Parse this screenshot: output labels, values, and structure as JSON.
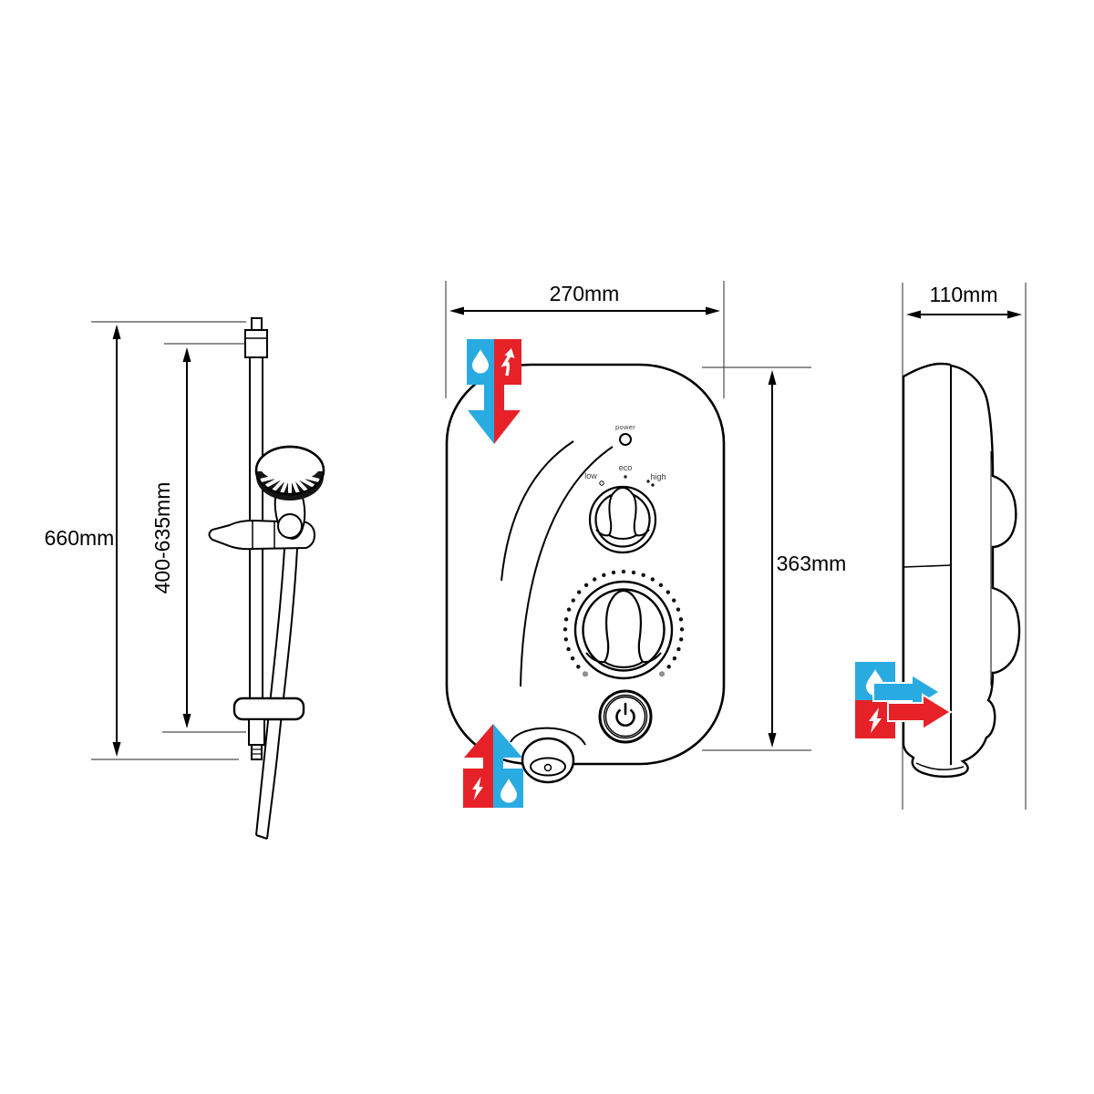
{
  "title": "Electric shower dimension diagram",
  "labels": {
    "rail_height": "660mm",
    "rail_adjust": "400-635mm",
    "unit_width": "270mm",
    "unit_height": "363mm",
    "unit_depth": "110mm",
    "power": "power",
    "low": "low",
    "eco": "eco",
    "high": "high"
  },
  "icons": {
    "water": "water-drop-icon",
    "electric": "lightning-bolt-icon",
    "top_entry": "top-entry-arrow-icon",
    "bottom_entry": "bottom-entry-arrow-icon",
    "rear_entry": "rear-entry-arrow-icon"
  },
  "colors": {
    "water_blue": "#29ABE2",
    "electric_red": "#E62228",
    "line_black": "#000000"
  }
}
